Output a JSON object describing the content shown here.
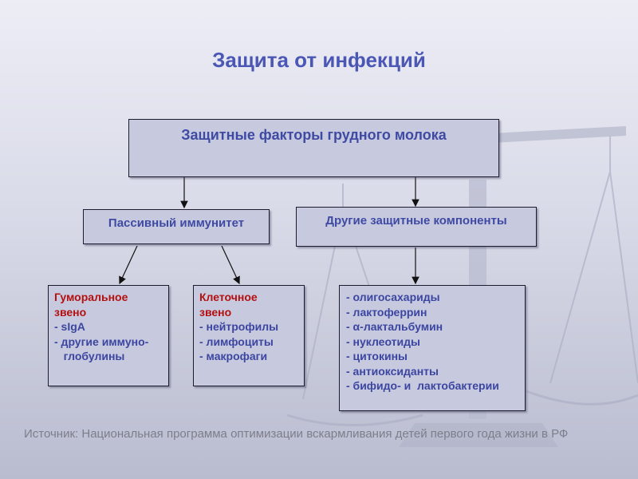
{
  "title": "Защита от инфекций",
  "diagram": {
    "root": "Защитные факторы грудного молока",
    "passive": "Пассивный иммунитет",
    "other": "Другие защитные компоненты",
    "humoral": {
      "heading": [
        "Гуморальное",
        "звено"
      ],
      "items": [
        "- sIgA",
        "- другие иммуно-",
        "   глобулины"
      ]
    },
    "cellular": {
      "heading": [
        "Клеточное",
        "звено"
      ],
      "items": [
        "- нейтрофилы",
        "- лимфоциты",
        "- макрофаги"
      ]
    },
    "components": [
      "- олигосахариды",
      "- лактоферрин",
      "- α-лактальбумин",
      "- нуклеотиды",
      "- цитокины",
      "- антиоксиданты",
      "- бифидо- и  лактобактерии"
    ]
  },
  "source": "Источник: Национальная программа оптимизации вскармливания детей первого года жизни в РФ"
}
